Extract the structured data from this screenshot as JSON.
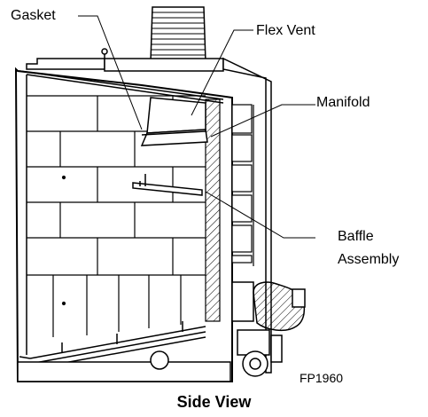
{
  "diagram": {
    "labels": {
      "gasket": "Gasket",
      "flex_vent": "Flex Vent",
      "manifold": "Manifold",
      "baffle_line1": "Baffle",
      "baffle_line2": "Assembly"
    },
    "figure_code": "FP1960",
    "caption": "Side View"
  }
}
